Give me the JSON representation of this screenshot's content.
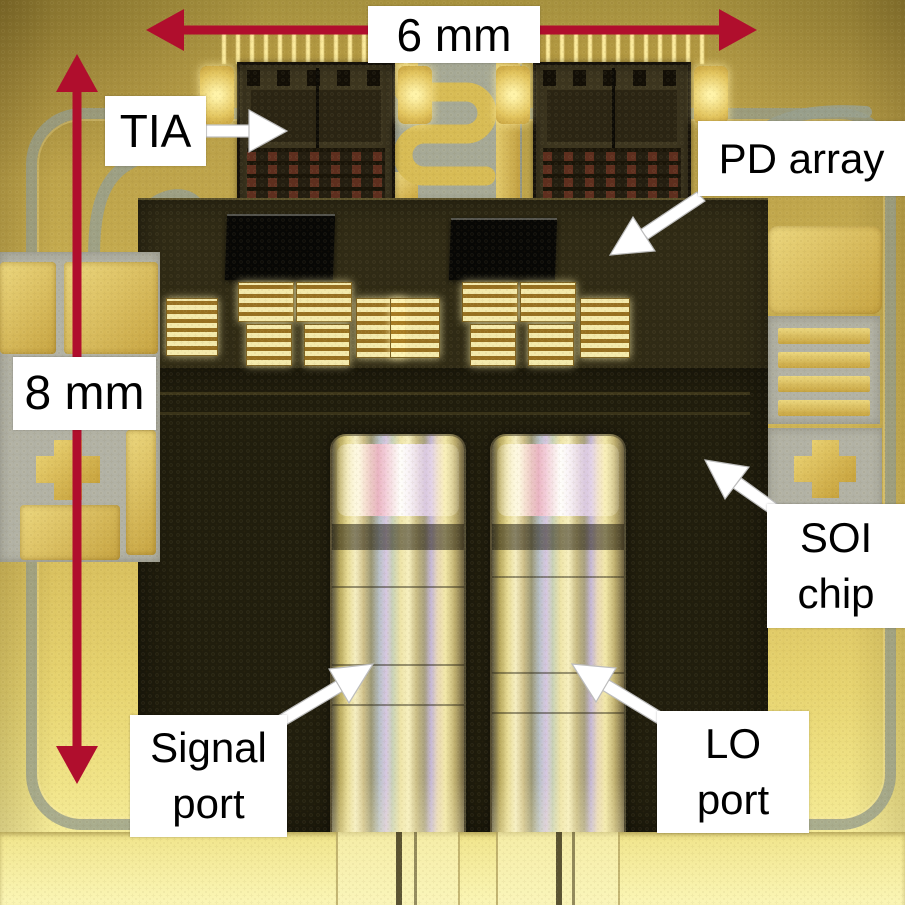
{
  "scene": {
    "dimensions": {
      "width_label": "6 mm",
      "height_label": "8 mm"
    },
    "callouts": {
      "tia": "TIA",
      "pd_array": "PD array",
      "soi_chip_line1": "SOI",
      "soi_chip_line2": "chip",
      "signal_port_line1": "Signal",
      "signal_port_line2": "port",
      "lo_port_line1": "LO",
      "lo_port_line2": "port"
    },
    "colors": {
      "dimension_arrow": "#b00e2d",
      "callout_arrow": "#ffffff",
      "label_background": "#ffffff",
      "label_text": "#000000",
      "gold_substrate": "#d8bd5e",
      "dark_chip": "#22200f"
    }
  }
}
